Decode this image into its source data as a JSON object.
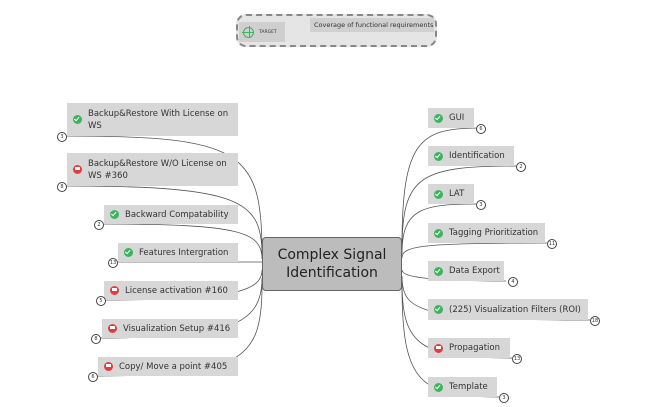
{
  "central_topic": "Complex Signal Identification",
  "target": {
    "label": "TARGET",
    "callout": "Coverage of functional requirements"
  },
  "left_nodes": [
    {
      "label": "Backup&Restore With License on WS",
      "status": "ok",
      "count": "3"
    },
    {
      "label": "Backup&Restore W/O License on WS #360",
      "status": "flag",
      "count": "8"
    },
    {
      "label": "Backward Compatability",
      "status": "ok",
      "count": "2"
    },
    {
      "label": "Features Intergration",
      "status": "ok",
      "count": "13"
    },
    {
      "label": "License activation #160",
      "status": "flag",
      "count": "5"
    },
    {
      "label": "Visualization Setup #416",
      "status": "flag",
      "count": "8"
    },
    {
      "label": "Copy/ Move a point #405",
      "status": "flag",
      "count": "6"
    }
  ],
  "right_nodes": [
    {
      "label": "GUI",
      "status": "ok",
      "count": "6"
    },
    {
      "label": "Identification",
      "status": "ok",
      "count": "2"
    },
    {
      "label": "LAT",
      "status": "ok",
      "count": "3"
    },
    {
      "label": "Tagging Prioritization",
      "status": "ok",
      "count": "11"
    },
    {
      "label": "Data Export",
      "status": "ok",
      "count": "4"
    },
    {
      "label": "(225) Visualization Filters (ROI)",
      "status": "ok",
      "count": "18"
    },
    {
      "label": "Propagation",
      "status": "flag",
      "count": "13"
    },
    {
      "label": "Template",
      "status": "ok",
      "count": "3"
    }
  ]
}
